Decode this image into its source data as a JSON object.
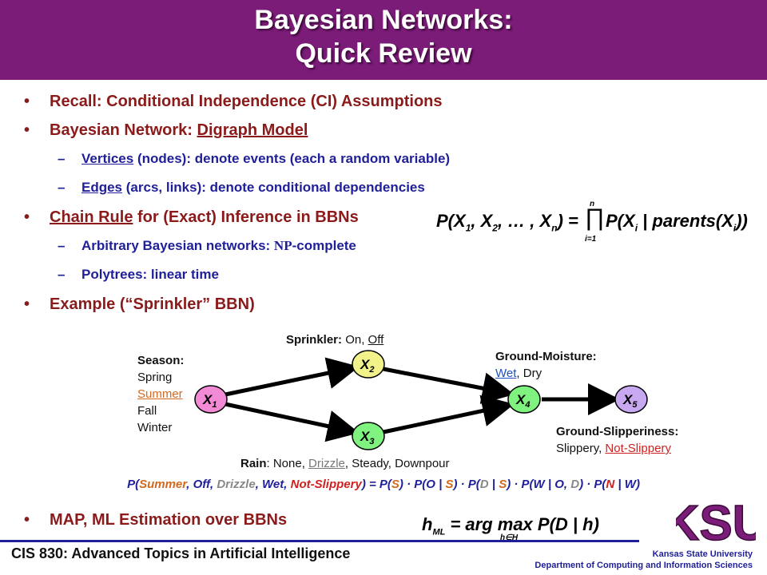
{
  "title": {
    "line1": "Bayesian Networks:",
    "line2": "Quick Review"
  },
  "bullets": {
    "b1": "Recall: Conditional Independence (CI) Assumptions",
    "b2_prefix": "Bayesian Network: ",
    "b2_link": "Digraph Model",
    "b2_sub1_link": "Vertices",
    "b2_sub1_rest": " (nodes): denote events (each a random variable)",
    "b2_sub2_link": "Edges",
    "b2_sub2_rest": " (arcs, links): denote conditional dependencies",
    "b3_link": "Chain Rule",
    "b3_rest": " for (Exact) Inference in BBNs",
    "b3_sub1_prefix": "Arbitrary Bayesian networks: ",
    "b3_sub1_np": "NP",
    "b3_sub1_suffix": "-complete",
    "b3_sub2": "Polytrees: linear time",
    "b4": "Example (“Sprinkler” BBN)",
    "b5": "MAP, ML Estimation over BBNs"
  },
  "chain_rule_formula": {
    "lhs": "P(X",
    "s1": "1",
    "mid1": ", X",
    "s2": "2",
    "mid2": ", … , X",
    "sn": "n",
    "eq": ") =",
    "prod_top": "n",
    "prod": "∏",
    "prod_bottom": "i=1",
    "rhs": "P(X",
    "si": "i",
    "rhs2": " | parents(X",
    "si2": "i",
    "end": "))"
  },
  "nodes": {
    "x1": {
      "base": "X",
      "sub": "1"
    },
    "x2": {
      "base": "X",
      "sub": "2"
    },
    "x3": {
      "base": "X",
      "sub": "3"
    },
    "x4": {
      "base": "X",
      "sub": "4"
    },
    "x5": {
      "base": "X",
      "sub": "5"
    }
  },
  "labels": {
    "season_title": "Season:",
    "season_spring": "Spring",
    "season_summer": "Summer",
    "season_fall": "Fall",
    "season_winter": "Winter",
    "sprinkler_title": "Sprinkler:",
    "sprinkler_on": " On, ",
    "sprinkler_off": "Off",
    "moisture_title": "Ground-Moisture:",
    "moisture_wet": "Wet",
    "moisture_dry": ", Dry",
    "rain_title": "Rain",
    "rain_none": ": None, ",
    "rain_drizzle": "Drizzle",
    "rain_rest": ", Steady, Downpour",
    "slip_title": "Ground-Slipperiness:",
    "slip_slippery": "Slippery, ",
    "slip_not": "Not-Slippery"
  },
  "probability": {
    "p_open": "P(",
    "summer": "Summer",
    "c1": ", ",
    "off": "Off",
    "c2": ", ",
    "drizzle": "Drizzle",
    "c3": ", ",
    "wet": "Wet",
    "c4": ", ",
    "notslip": "Not-Slippery",
    "eq": ") = P(",
    "s": "S",
    "t1": ") · P(O | ",
    "s2": "S",
    "t2": ") · P(",
    "d": "D",
    "t3": " | ",
    "s3": "S",
    "t4": ") · P(W | O, ",
    "d2": "D",
    "t5": ") · P(",
    "n": "N",
    "t6": " | W)"
  },
  "ml_formula": {
    "h": "h",
    "ml": "ML",
    "eq": " = arg max P(D | h)",
    "under": "h∈H"
  },
  "footer": {
    "course": "CIS 830: Advanced Topics in Artificial Intelligence",
    "univ": "Kansas State University",
    "dept": "Department of Computing and Information Sciences"
  },
  "logo": {
    "text": "KSU"
  },
  "colors": {
    "title_bg": "#7b1c78",
    "bullet_red": "#8b1a1a",
    "sub_blue": "#1f1f99",
    "node_pink": "#f28ad6",
    "node_yellow": "#f2f28a",
    "node_green": "#7ff27f",
    "node_purple": "#c8a8f0"
  }
}
